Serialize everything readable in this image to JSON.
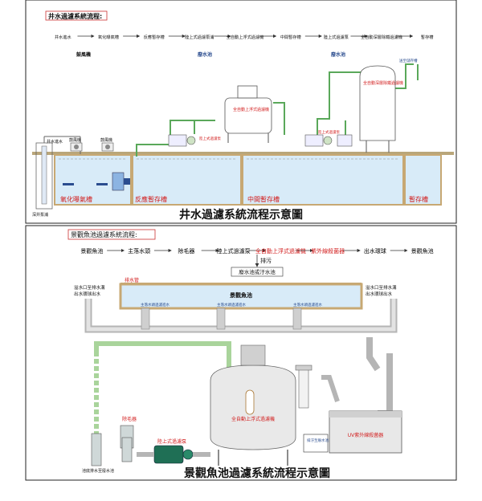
{
  "top": {
    "flow_title": "井水過濾系統流程:",
    "flow_steps": [
      "井水進水",
      "氧化曝氣槽",
      "反應暫存槽",
      "陸上式過濾泵浦",
      "全自動上浮式過濾機",
      "中間暫存槽",
      "陸上式過濾泵",
      "全自動深層除鐵過濾機",
      "暫存槽"
    ],
    "tank_labels": [
      "氧化曝氣槽",
      "反應暫存槽",
      "中間暫存槽",
      "暫存槽"
    ],
    "small_labels": {
      "well_inlet": "井水進水",
      "well_pump": "深井泵浦",
      "blower_left": "鼓風機",
      "blower_right": "鼓風機",
      "aeration_box": "鼓風機",
      "waste_left": "廢水池",
      "waste_right": "廢水池",
      "auto_filter": "全自動上浮式過濾機",
      "iron_filter": "全自動深層除鐵過濾機",
      "pump_a": "陸上式過濾泵",
      "pump_b": "陸上式過濾泵",
      "to_tank": "送至儲存槽"
    },
    "caption": "井水過濾系統流程示意圖"
  },
  "bottom": {
    "flow_title": "景觀魚池過濾系統流程:",
    "flow_steps": [
      "景觀魚池",
      "主落水頭",
      "除毛器",
      "陸上式過濾泵",
      "全自動上浮式過濾機",
      "紫外線殺菌器",
      "出水環球",
      "景觀魚池"
    ],
    "flow_step_colors": [
      "#000",
      "#000",
      "#000",
      "#000",
      "#d21e1e",
      "#d21e1e",
      "#000",
      "#000"
    ],
    "drain_label": "排污",
    "waste_box": "廢水池或汙水池",
    "pond_label": "景觀魚池",
    "overflow_pipe": "排水管",
    "left_side_1": "溢水口至排水溝",
    "left_side_2": "出水環球出水",
    "right_side_1": "溢水口至排水溝",
    "right_side_2": "出水環球出水",
    "bottom_pipes": [
      "主落水頭過濾進水",
      "主落水頭過濾進水",
      "主落水頭過濾進水"
    ],
    "hair_filter": "除毛器",
    "pump": "陸上式過濾泵",
    "auto_filter": "全自動上浮式過濾機",
    "uv": "UV紫外線殺菌器",
    "sign": "排汙至廢水池或汙水池",
    "drain_left": "池底排水至廢水池",
    "caption": "景觀魚池過濾系統流程示意圖"
  }
}
